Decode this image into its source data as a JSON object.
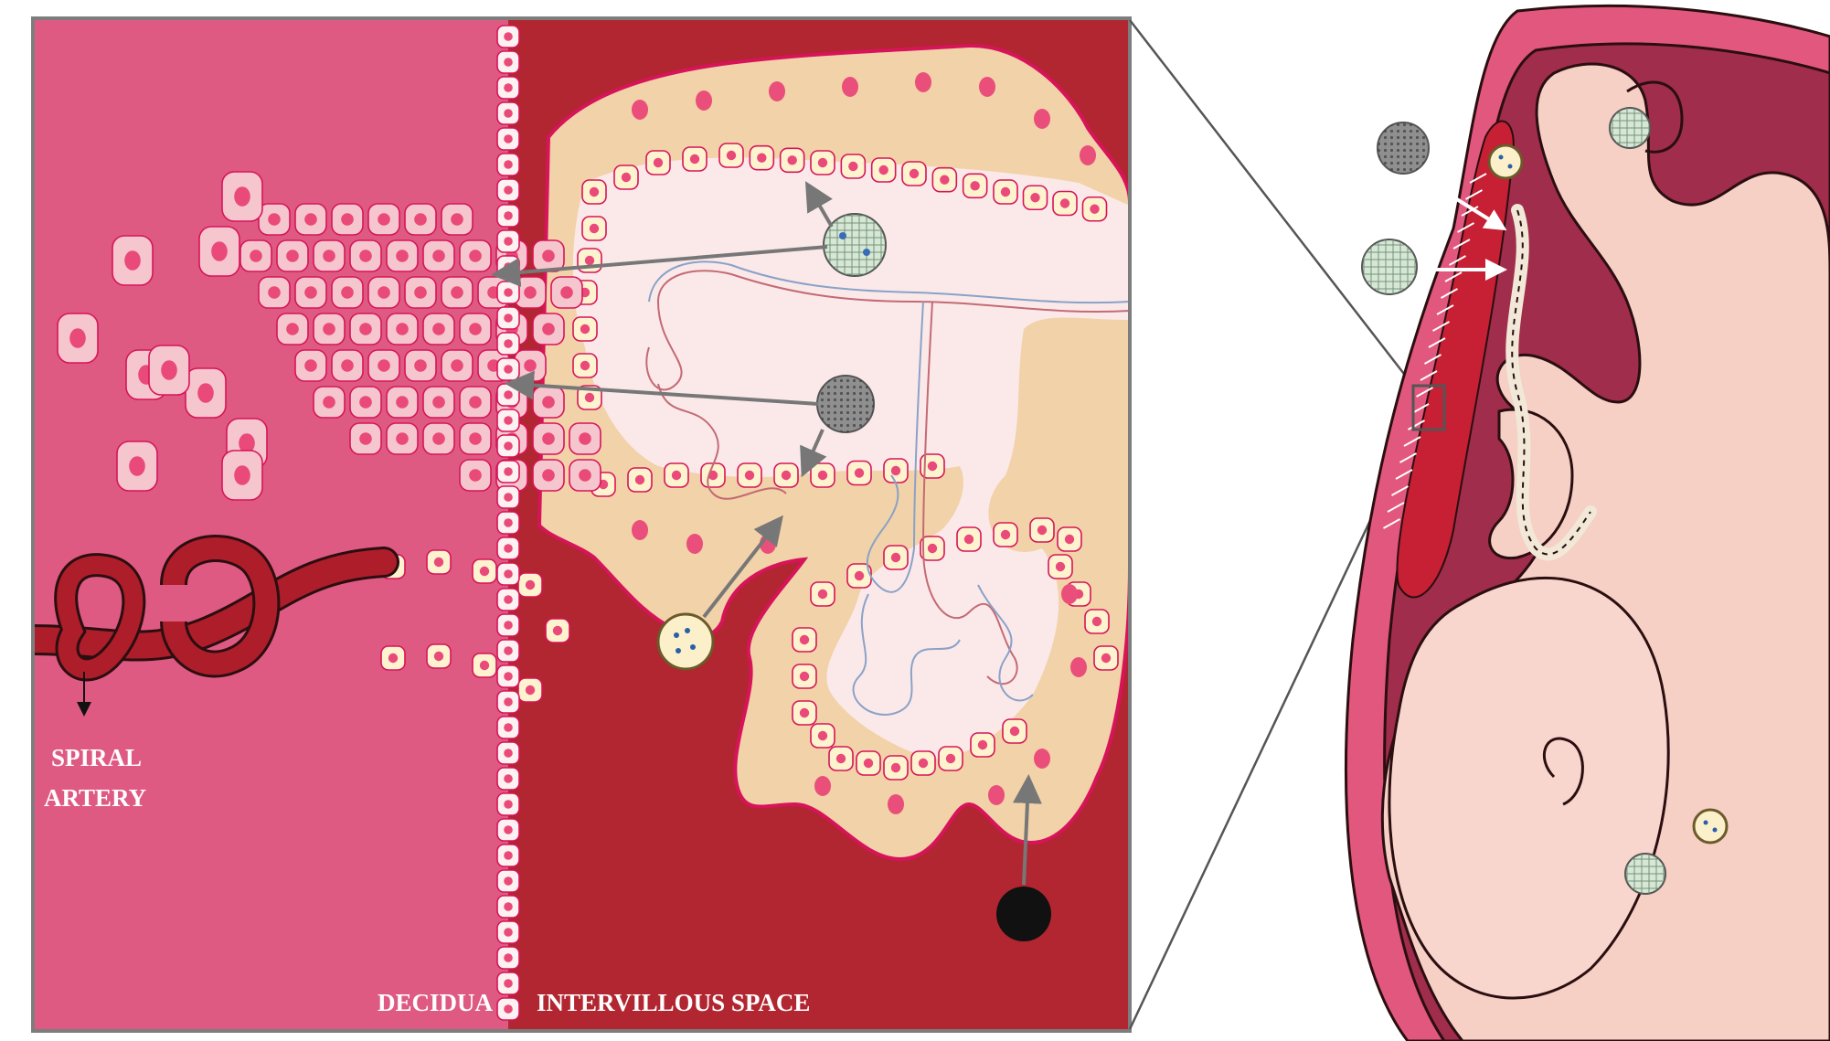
{
  "labels": {
    "spiral_artery_line1": "SPIRAL",
    "spiral_artery_line2": "ARTERY",
    "decidua": "DECIDUA",
    "intervillous_space": "INTERVILLOUS SPACE"
  },
  "colors": {
    "decidua": "#df5a83",
    "intervillous_space": "#b12630",
    "villus_stroma": "#f2d2a8",
    "villus_core": "#fbe9ea",
    "trophoblast_cell": "#fdf3cf",
    "invading_cell": "#f6c6ce",
    "nucleus": "#e94a79",
    "artery": "#ad1d2a",
    "uterus_wall": "#e2577d",
    "uterus_cavity": "#9f2d4b",
    "fetus_skin": "#f6cfc5",
    "frame": "#7d7d7d"
  },
  "icons": [
    "virus-particle-icon",
    "bacterium-icon",
    "infected-cell-icon",
    "dark-particle-icon"
  ]
}
